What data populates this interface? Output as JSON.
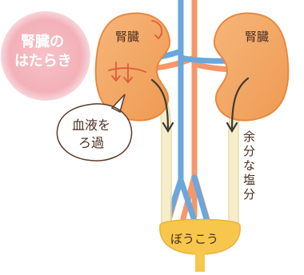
{
  "title_bubble": {
    "line1": "腎臓の",
    "line2": "はたらき"
  },
  "labels": {
    "kidney_left": "腎臓",
    "kidney_right": "腎臓",
    "filtration_line1": "血液を",
    "filtration_line2": "ろ過",
    "waste": "余分な塩分",
    "bladder": "ぼうこう"
  },
  "colors": {
    "kidney": "#f2a05c",
    "kidney_outline": "#e7893f",
    "artery": "#f5976a",
    "vein": "#6aa7dc",
    "ureter": "#f6edc9",
    "bladder": "#f7c64d",
    "arrow": "#3f3a34",
    "filter_arrow": "#e05a3c",
    "bubble_pink": "#f4b5bc",
    "bubble_white": "#ffffff",
    "text": "#4a2f22"
  }
}
